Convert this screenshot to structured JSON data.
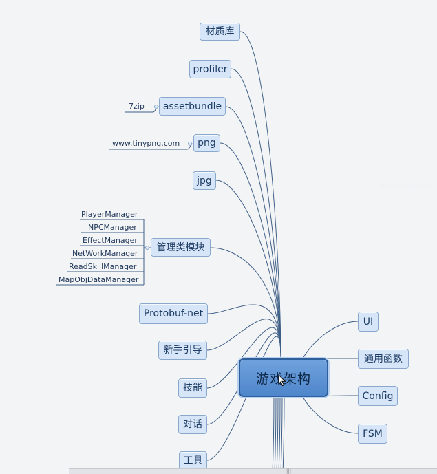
{
  "mindmap": {
    "root": "游戏架构",
    "left_branches": [
      {
        "label": "材质库",
        "children": []
      },
      {
        "label": "profiler",
        "children": []
      },
      {
        "label": "assetbundle",
        "children": [
          "7zip"
        ]
      },
      {
        "label": "png",
        "children": [
          "www.tinypng.com"
        ]
      },
      {
        "label": "jpg",
        "children": []
      },
      {
        "label": "管理类模块",
        "children": [
          "PlayerManager",
          "NPCManager",
          "EffectManager",
          "NetWorkManager",
          "ReadSkillManager",
          "MapObjDataManager"
        ]
      },
      {
        "label": "Protobuf-net",
        "children": []
      },
      {
        "label": "新手引导",
        "children": []
      },
      {
        "label": "技能",
        "children": []
      },
      {
        "label": "对话",
        "children": []
      },
      {
        "label": "工具",
        "children": []
      }
    ],
    "right_branches": [
      {
        "label": "UI"
      },
      {
        "label": "通用函数"
      },
      {
        "label": "Config"
      },
      {
        "label": "FSM"
      }
    ]
  },
  "watermark": "www.lisa.com.cn",
  "scrollbar_grip": "|||",
  "icons": {
    "cursor": "cursor-icon",
    "grip": "scroll-grip-icon"
  },
  "colors": {
    "node_fill": "#d6e6f8",
    "node_border": "#8aa8cc",
    "root_fill": "#5f95d5",
    "edge": "#3f5f86",
    "background": "#f3f4f6"
  }
}
